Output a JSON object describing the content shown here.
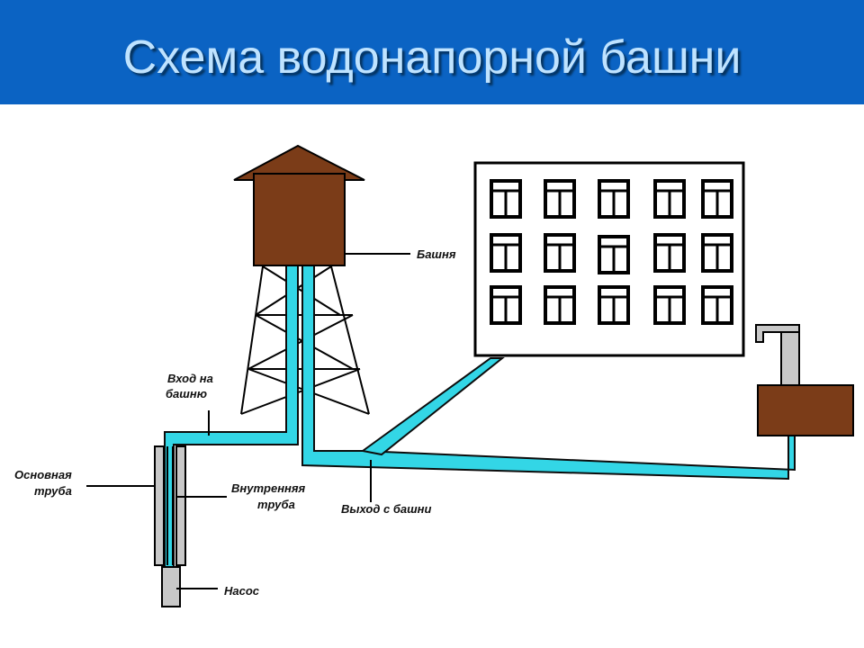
{
  "title": "Схема водонапорной башни",
  "labels": {
    "tower": "Башня",
    "inlet_line1": "Вход на",
    "inlet_line2": "башню",
    "main_pipe_line1": "Основная",
    "main_pipe_line2": "труба",
    "inner_pipe_line1": "Внутренняя",
    "inner_pipe_line2": "труба",
    "outlet": "Выход с башни",
    "pump": "Насос"
  },
  "colors": {
    "header": "#0b63c3",
    "title_text": "#bfe3ff",
    "water": "#33d6e6",
    "tank": "#7b3c18",
    "pipe_casing": "#c8c8c8"
  }
}
